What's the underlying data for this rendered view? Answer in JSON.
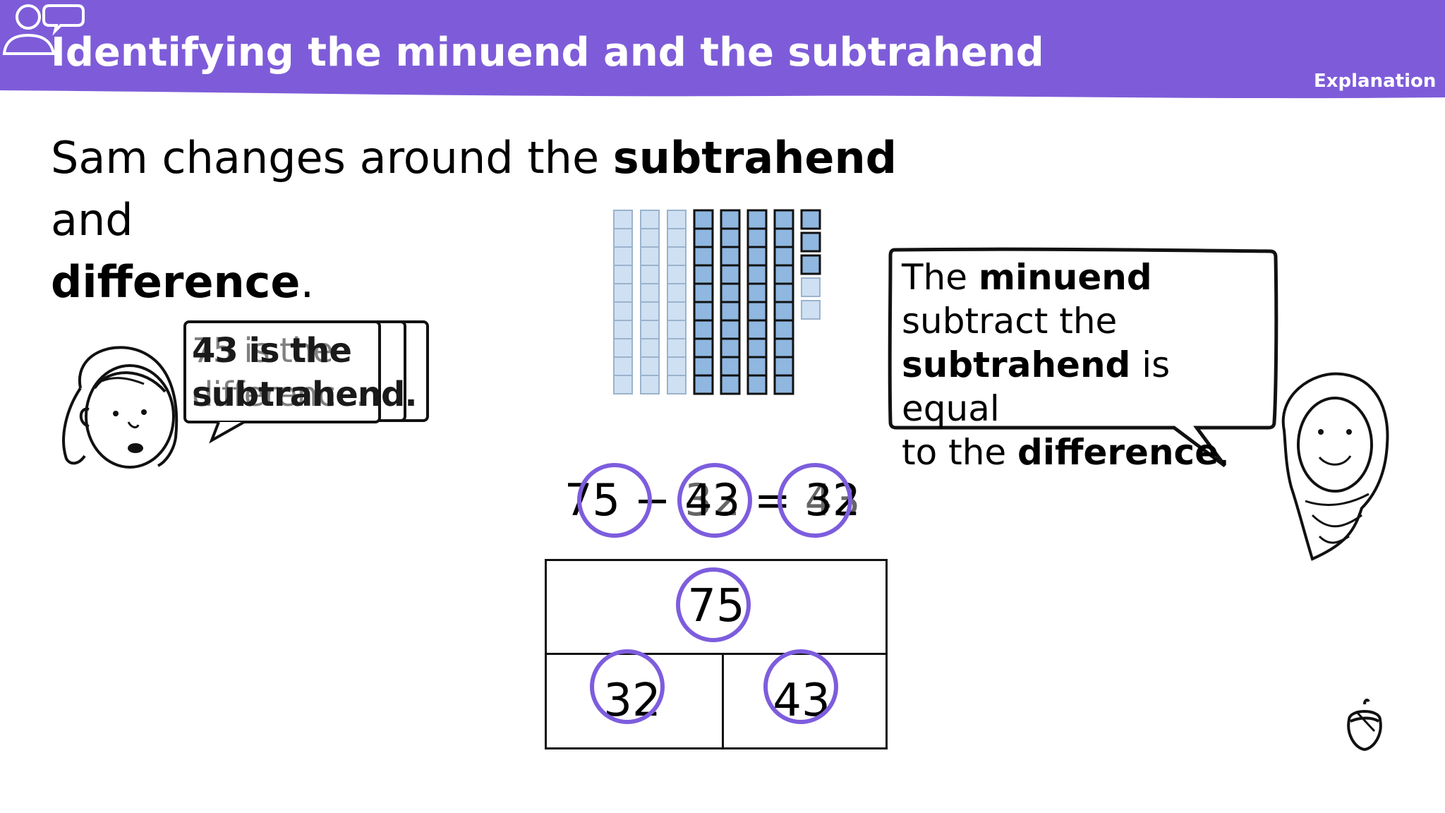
{
  "header": {
    "title": "Identifying the minuend and the subtrahend",
    "badge_label": "Explanation",
    "color": "#7e5cd9"
  },
  "intro": {
    "text_1": "Sam changes around the ",
    "bold_1": "subtrahend",
    "text_2": " and",
    "bold_2": "difference",
    "text_3": "."
  },
  "left_speech": {
    "line_1": "43 is the",
    "line_2": "subtrahend.",
    "ghost_line_1": "75 is the",
    "ghost_line_2": "difference."
  },
  "right_speech": {
    "t1": "The ",
    "b1": "minuend",
    "t2": "subtract the",
    "b2": "subtrahend",
    "t3": " is equal",
    "t4": "to the ",
    "b3": "difference",
    "t5": "."
  },
  "equation": {
    "text": "75 − 43 = 32",
    "ghost": "75 − 32 = 43"
  },
  "bar_model": {
    "whole": "75",
    "part_left": "32",
    "part_right": "43"
  },
  "icons": {
    "explanation": "people-speech-icon",
    "logo": "acorn-icon"
  }
}
